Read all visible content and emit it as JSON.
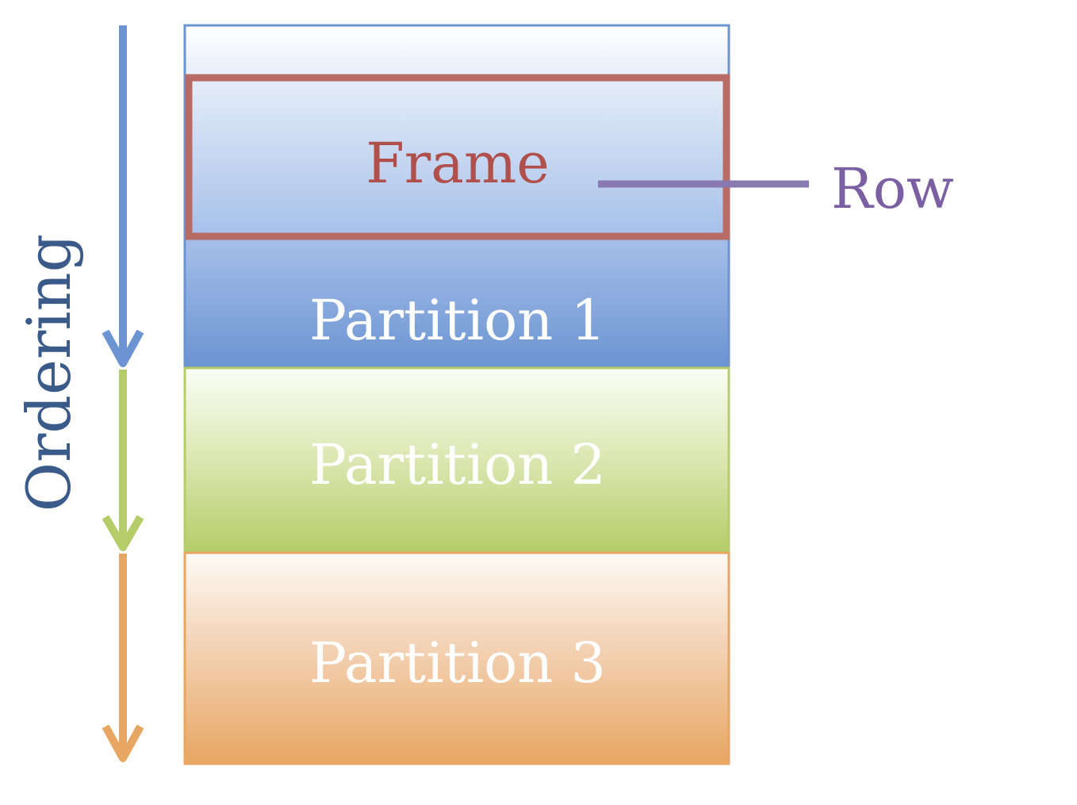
{
  "diagram": {
    "ordering_label": "Ordering",
    "frame_label": "Frame",
    "row_label": "Row",
    "partitions": [
      {
        "label": "Partition 1"
      },
      {
        "label": "Partition 2"
      },
      {
        "label": "Partition 3"
      }
    ],
    "colors": {
      "partition_1": "#6c94d2",
      "partition_2": "#b7cf6d",
      "partition_3": "#e8a860",
      "frame_border": "#b86a64",
      "row_line": "#8a78b0",
      "row_text": "#7a5fa3",
      "ordering_text": "#3a5a8a",
      "label_white": "#ffffff"
    }
  }
}
